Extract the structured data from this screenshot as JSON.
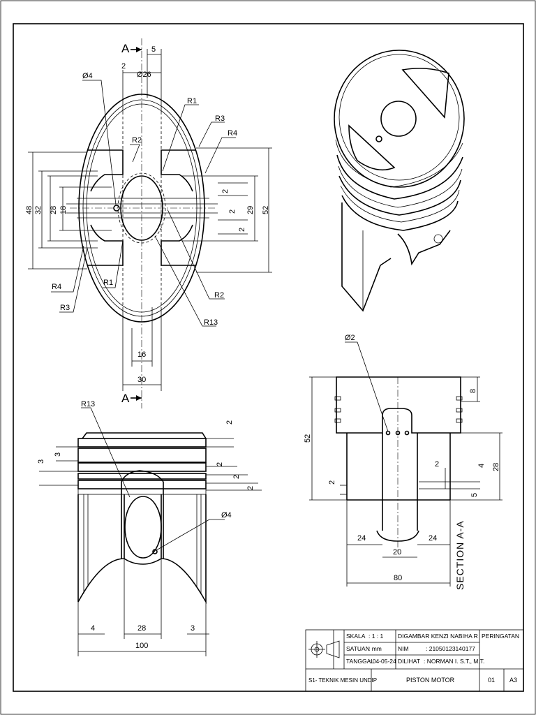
{
  "drawing": {
    "top_view": {
      "section_marker_top": "A",
      "section_marker_bottom": "A",
      "dims": {
        "d_5": "5",
        "d_2": "2",
        "d_26": "Ø26",
        "d_4": "Ø4",
        "r1_top": "R1",
        "r3_top": "R3",
        "r4_top": "R4",
        "r2_top": "R2",
        "h48": "48",
        "h32": "32",
        "h28": "28",
        "h18": "18",
        "h29": "29",
        "h52": "52",
        "r2a": "2",
        "r2b": "2",
        "r2c": "2",
        "r4_bot": "R4",
        "r3_bot": "R3",
        "r1_bot": "R1",
        "r2_bot": "R2",
        "r13": "R13",
        "w16": "16",
        "w30": "30"
      }
    },
    "front_view": {
      "dims": {
        "r13": "R13",
        "d2_top": "2",
        "d3a": "3",
        "d3b": "3",
        "d2_mid": "2",
        "d2_m2": "2",
        "d2_right": "2",
        "d4": "Ø4",
        "w4": "4",
        "w28": "28",
        "w3": "3",
        "w100": "100"
      }
    },
    "section_view": {
      "label": "SECTION A-A",
      "dims": {
        "d2": "Ø2",
        "h8": "8",
        "h52": "52",
        "h28": "28",
        "h2a": "2",
        "h4": "4",
        "h2b": "2",
        "h5": "5",
        "w24a": "24",
        "w24b": "24",
        "w20": "20",
        "w80": "80"
      }
    }
  },
  "title_block": {
    "skala_label": "SKALA",
    "skala_value": ": 1 : 1",
    "satuan_label": "SATUAN",
    "satuan_value": ": mm",
    "tanggal_label": "TANGGAL",
    "tanggal_value": ": 04-05-24",
    "digambar_label": "DIGAMBAR",
    "digambar_value": ": KENZI NABIHA R",
    "nim_label": "NIM",
    "nim_value": ": 21050123140177",
    "dilihat_label": "DILIHAT",
    "dilihat_value": ": NORMAN I. S.T., M.T.",
    "peringatan": "PERINGATAN",
    "institution": "S1- TEKNIK MESIN UNDIP",
    "title": "PISTON MOTOR",
    "sheet_no": "01",
    "paper": "A3"
  }
}
